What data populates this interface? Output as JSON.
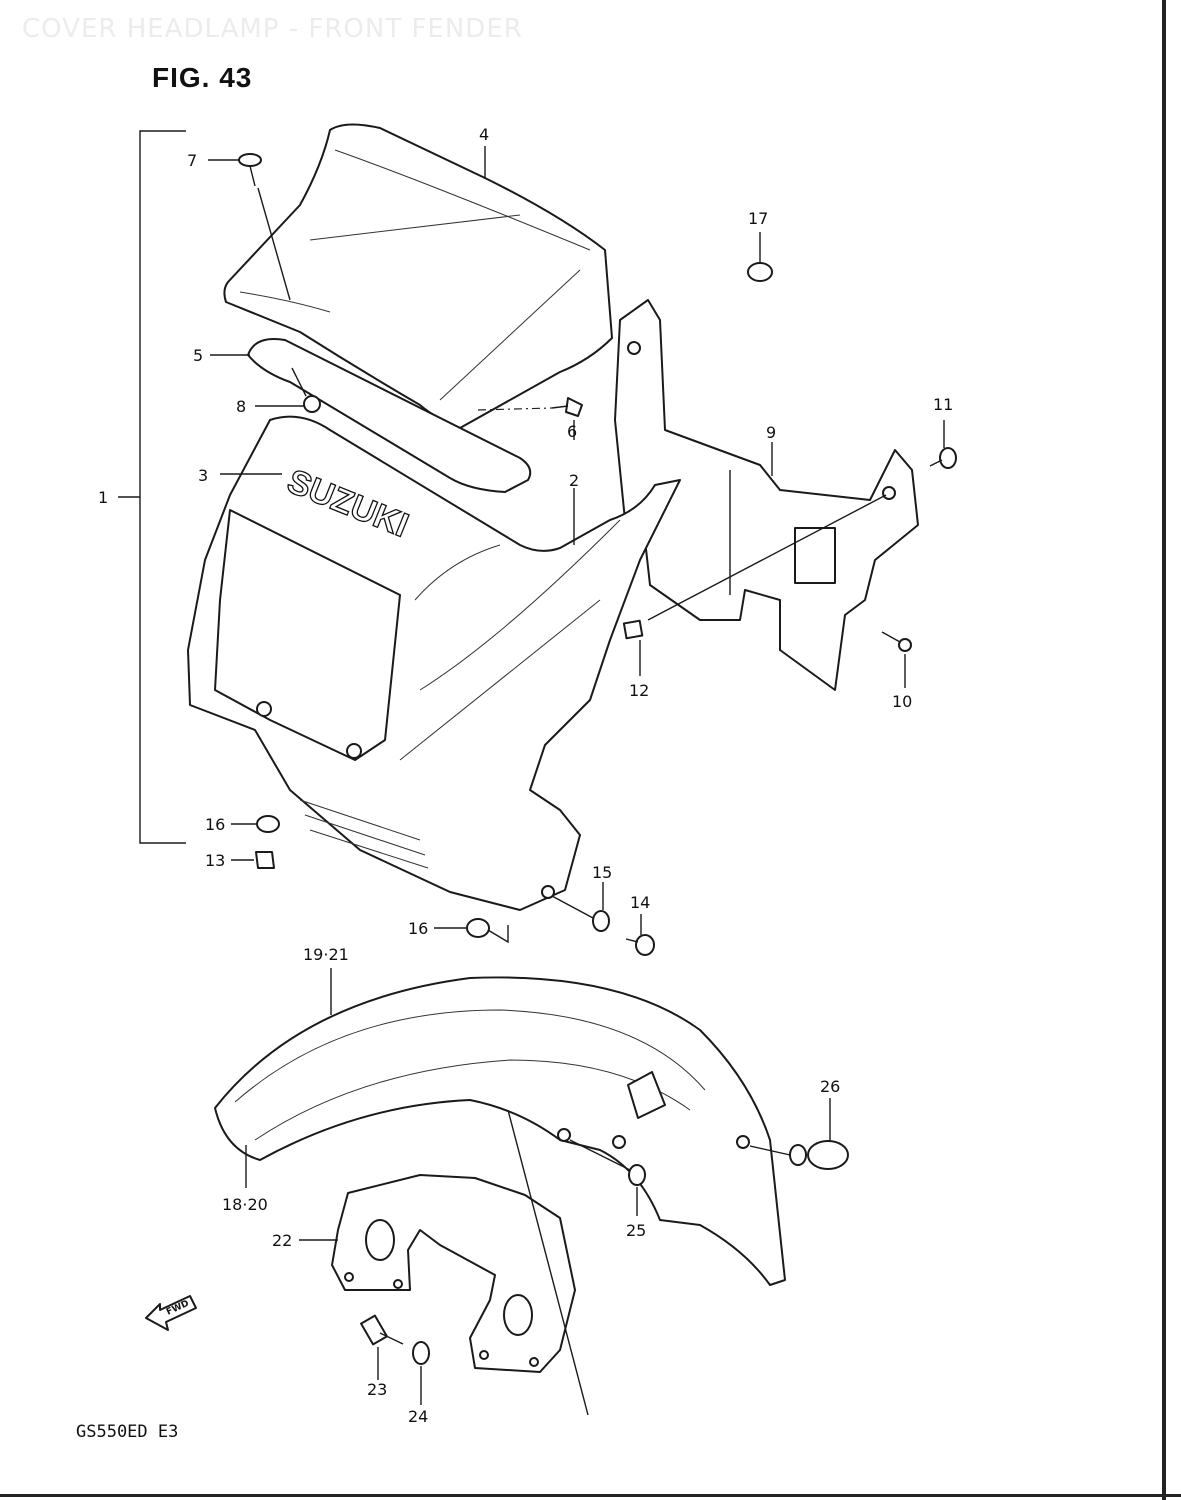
{
  "header_text": "COVER HEADLAMP - FRONT FENDER",
  "figure_title": "FIG. 43",
  "model_code": "GS550ED  E3",
  "brand_text": "SUZUKI",
  "fwd_text": "FWD",
  "callouts": [
    {
      "id": "c1",
      "label": "1"
    },
    {
      "id": "c2",
      "label": "2"
    },
    {
      "id": "c3",
      "label": "3"
    },
    {
      "id": "c4",
      "label": "4"
    },
    {
      "id": "c5",
      "label": "5"
    },
    {
      "id": "c6",
      "label": "6"
    },
    {
      "id": "c7",
      "label": "7"
    },
    {
      "id": "c8",
      "label": "8"
    },
    {
      "id": "c9",
      "label": "9"
    },
    {
      "id": "c10",
      "label": "10"
    },
    {
      "id": "c11",
      "label": "11"
    },
    {
      "id": "c12",
      "label": "12"
    },
    {
      "id": "c13",
      "label": "13"
    },
    {
      "id": "c14",
      "label": "14"
    },
    {
      "id": "c15",
      "label": "15"
    },
    {
      "id": "c16a",
      "label": "16"
    },
    {
      "id": "c16b",
      "label": "16"
    },
    {
      "id": "c17",
      "label": "17"
    },
    {
      "id": "c1921",
      "label": "19·21"
    },
    {
      "id": "c1820",
      "label": "18·20"
    },
    {
      "id": "c22",
      "label": "22"
    },
    {
      "id": "c23",
      "label": "23"
    },
    {
      "id": "c24",
      "label": "24"
    },
    {
      "id": "c25",
      "label": "25"
    },
    {
      "id": "c26",
      "label": "26"
    }
  ]
}
